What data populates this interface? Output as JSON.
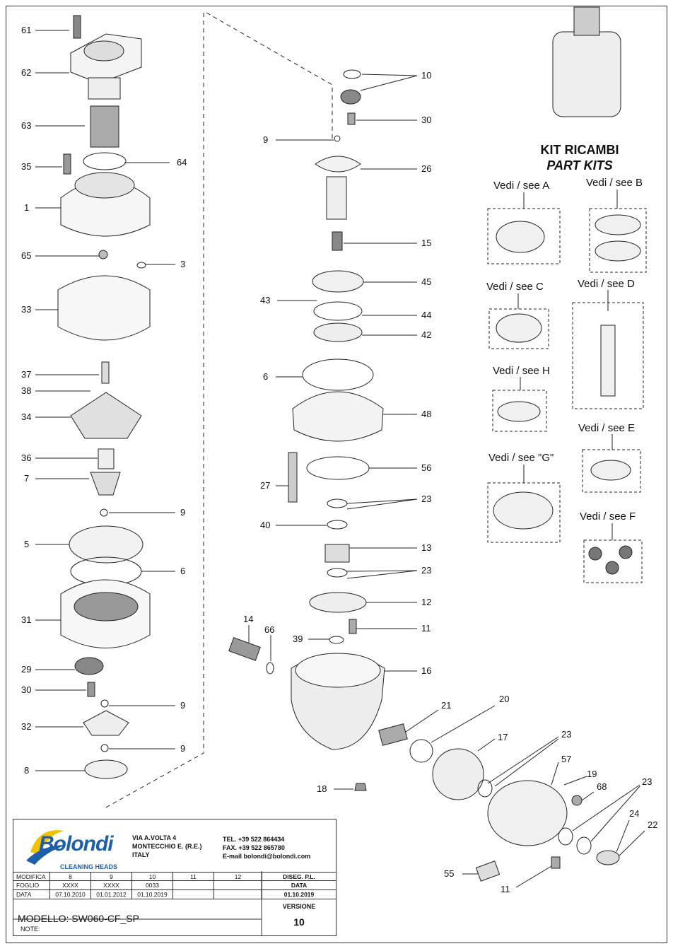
{
  "left_callouts": [
    "61",
    "62",
    "63",
    "35",
    "64",
    "1",
    "65",
    "3",
    "33",
    "37",
    "38",
    "34",
    "36",
    "7",
    "9",
    "5",
    "6",
    "31",
    "29",
    "30",
    "9",
    "32",
    "9",
    "8"
  ],
  "mid_callouts": [
    "10",
    "30",
    "9",
    "26",
    "15",
    "45",
    "43",
    "44",
    "42",
    "6",
    "48",
    "56",
    "27",
    "23",
    "40",
    "13",
    "23",
    "12",
    "11",
    "39",
    "14",
    "66",
    "16",
    "18",
    "21",
    "20",
    "17",
    "23",
    "57",
    "19",
    "68",
    "23",
    "24",
    "22",
    "55",
    "11"
  ],
  "kit": {
    "title": "KIT RICAMBI",
    "subtitle": "PART KITS"
  },
  "kits": [
    "Vedi / see A",
    "Vedi / see B",
    "Vedi / see C",
    "Vedi / see D",
    "Vedi / see H",
    "Vedi / see E",
    "Vedi / see \"G\"",
    "Vedi / see F"
  ],
  "title_block": {
    "company": "Bolondi",
    "company_sub": "CLEANING HEADS",
    "address": "VIA A.VOLTA 4\nMONTECCHIO E. (R.E.)\nITALY",
    "contact": "TEL. +39 522 864434\nFAX. +39 522 865780\nE-mail bolondi@bolondi.com",
    "rows": [
      [
        "MODIFICA",
        "8",
        "9",
        "10",
        "11",
        "12"
      ],
      [
        "FOGLIO",
        "XXXX",
        "XXXX",
        "0033",
        "",
        ""
      ],
      [
        "DATA",
        "07.10.2010",
        "01.01.2012",
        "01.10.2019",
        "",
        ""
      ]
    ],
    "diseg_label": "DISEG. P.L.",
    "data_label": "DATA",
    "data_value": "01.10.2019",
    "versione_label": "VERSIONE",
    "versione_value": "10",
    "modello": "MODELLO: SW060-CF_SP",
    "note": "NOTE:"
  }
}
